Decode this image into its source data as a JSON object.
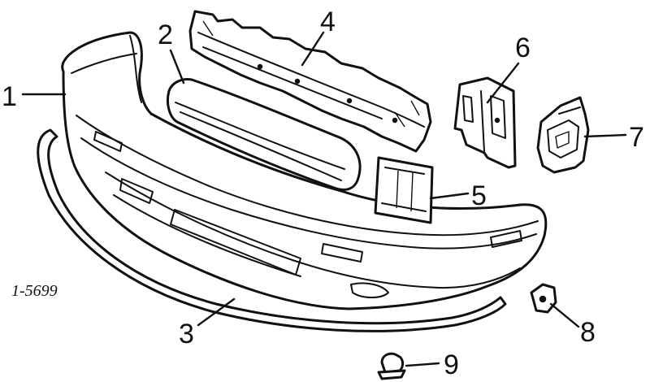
{
  "diagram": {
    "reference_code": "1-5699",
    "callouts": [
      {
        "id": "1",
        "label": "1"
      },
      {
        "id": "2",
        "label": "2"
      },
      {
        "id": "3",
        "label": "3"
      },
      {
        "id": "4",
        "label": "4"
      },
      {
        "id": "5",
        "label": "5"
      },
      {
        "id": "6",
        "label": "6"
      },
      {
        "id": "7",
        "label": "7"
      },
      {
        "id": "8",
        "label": "8"
      },
      {
        "id": "9",
        "label": "9"
      }
    ]
  }
}
